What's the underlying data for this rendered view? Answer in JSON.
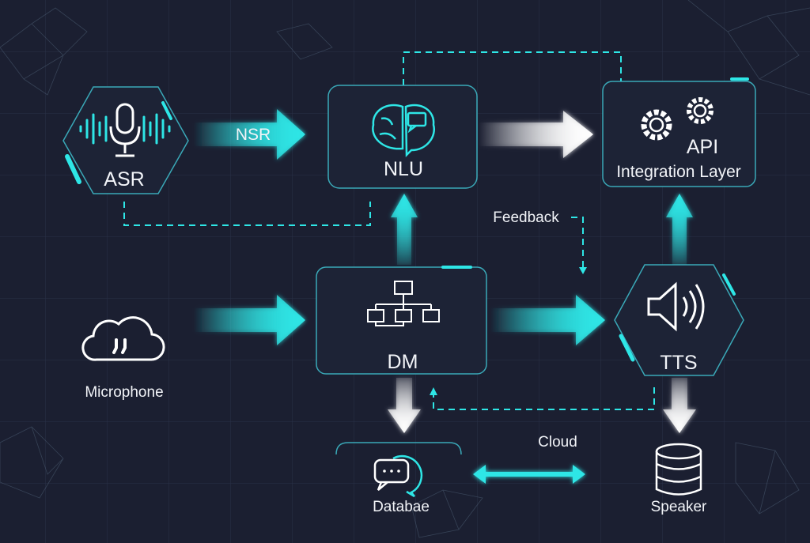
{
  "colors": {
    "background": "#1b1f31",
    "accent": "#2ee6e6",
    "text": "#f2f4f8",
    "arrow_white": "#e8ecf2"
  },
  "nodes": {
    "asr": {
      "label": "ASR",
      "icon": "microphone-waveform-icon"
    },
    "nlu": {
      "label": "NLU",
      "icon": "brain-chat-icon"
    },
    "api": {
      "label_line1": "API",
      "label_line2": "Integration Layer",
      "icon": "gears-icon"
    },
    "microphone": {
      "label": "Microphone",
      "icon": "cloud-quote-icon"
    },
    "dm": {
      "label": "DM",
      "icon": "org-chart-icon"
    },
    "tts": {
      "label": "TTS",
      "icon": "speaker-icon"
    },
    "database": {
      "label": "Databae",
      "icon": "chat-bubbles-icon"
    },
    "speaker": {
      "label": "Speaker",
      "icon": "database-icon"
    }
  },
  "edges": {
    "asr_nlu": {
      "label": "NSR"
    },
    "feedback": {
      "label": "Feedback"
    },
    "cloud": {
      "label": "Cloud"
    }
  }
}
